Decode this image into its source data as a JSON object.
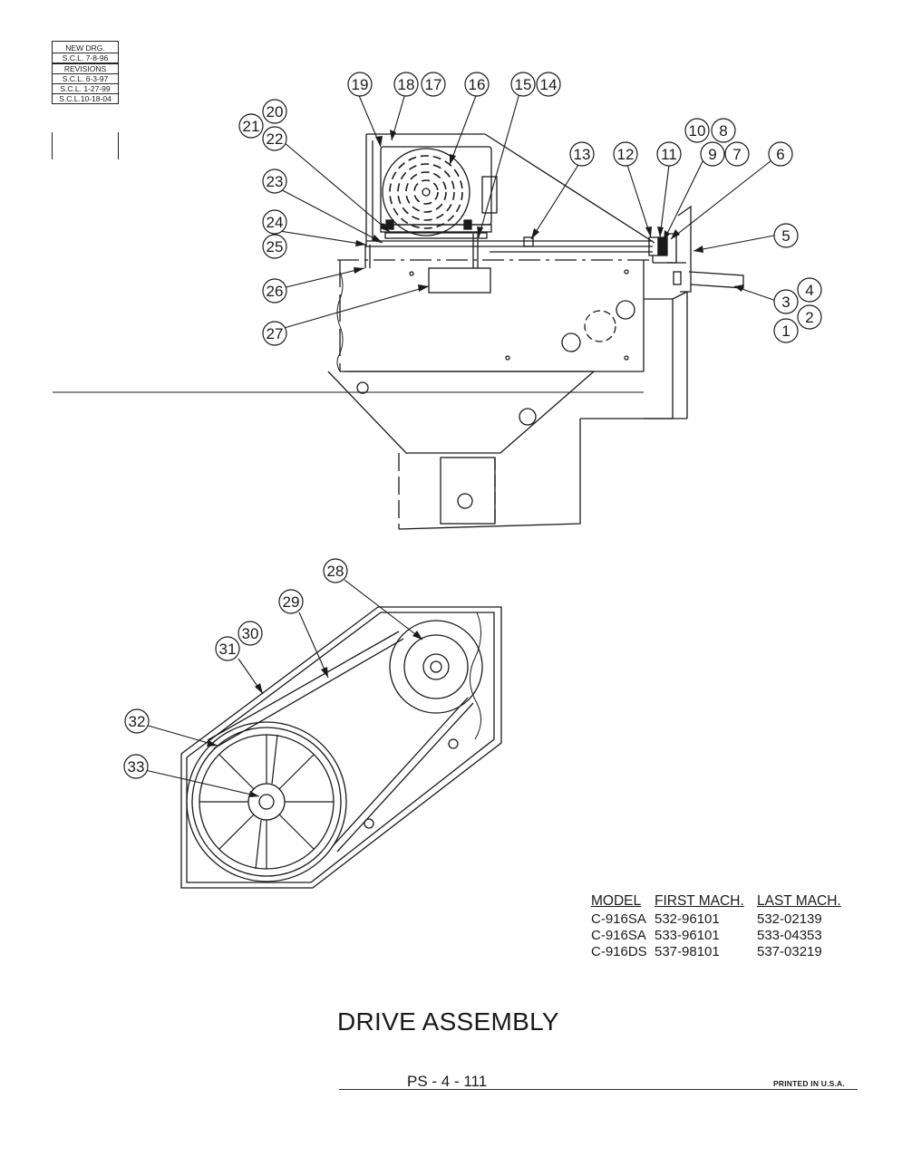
{
  "revision_block": {
    "header": [
      "NEW DRG.",
      "S.C.L.  7-8-96"
    ],
    "revisions_label": "REVISIONS",
    "revisions": [
      "S.C.L.   6-3-97",
      "S.C.L.  1-27-99",
      "S.C.L.10-18-04"
    ]
  },
  "callouts": [
    "1",
    "2",
    "3",
    "4",
    "5",
    "6",
    "7",
    "8",
    "9",
    "10",
    "11",
    "12",
    "13",
    "14",
    "15",
    "16",
    "17",
    "18",
    "19",
    "20",
    "21",
    "22",
    "23",
    "24",
    "25",
    "26",
    "27",
    "28",
    "29",
    "30",
    "31",
    "32",
    "33"
  ],
  "model_table": {
    "headers": [
      "MODEL",
      "FIRST MACH.",
      "LAST MACH."
    ],
    "rows": [
      [
        "C-916SA",
        "532-96101",
        "532-02139"
      ],
      [
        "C-916SA",
        "533-96101",
        "533-04353"
      ],
      [
        "C-916DS",
        "537-98101",
        "537-03219"
      ]
    ]
  },
  "title": "DRIVE ASSEMBLY",
  "page_number": "PS - 4 - 111",
  "printed_note": "PRINTED IN U.S.A."
}
